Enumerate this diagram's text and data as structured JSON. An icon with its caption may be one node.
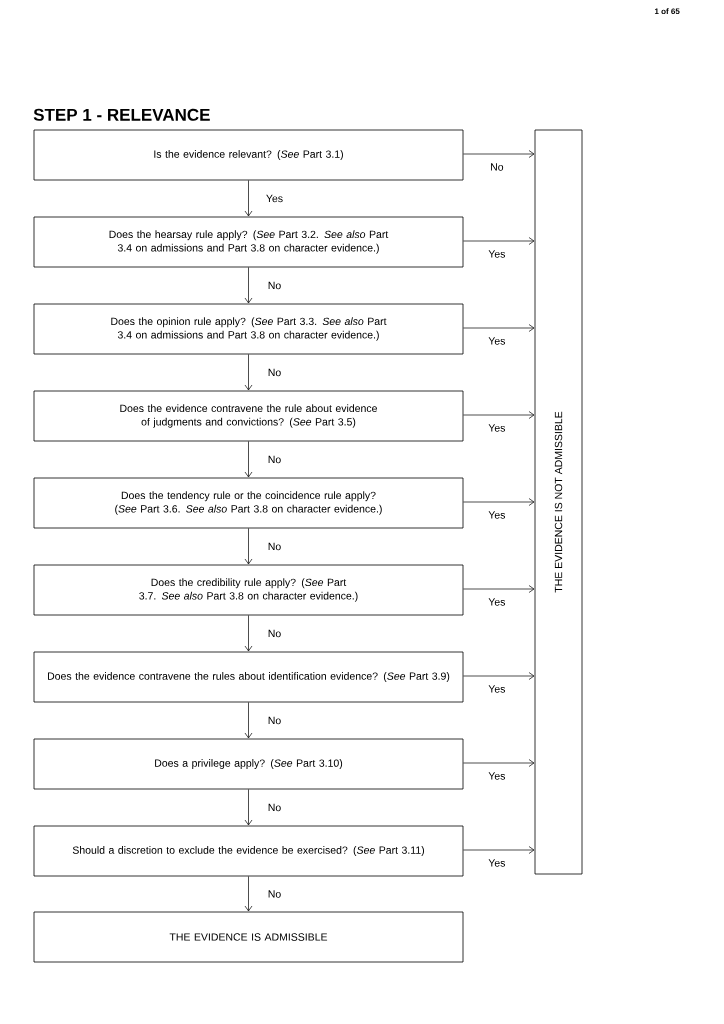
{
  "diagram": {
    "title": "STEP 1 - RELEVANCE",
    "nodes": [
      {
        "text": [
          "Is the evidence relevant? (*See* Part 3.1)"
        ]
      },
      {
        "text": [
          "Does the hearsay rule apply? (*See* Part 3.2. *See also* Part 3.4 on admissions and Part 3.8 on character evidence.)"
        ]
      },
      {
        "text": [
          "Does the opinion rule apply? (*See* Part 3.3. *See also* Part 3.4 on admissions and Part 3.8 on character evidence.)"
        ]
      },
      {
        "text": [
          "Does the evidence contravene the rule about evidence of judgments and convictions? (*See* Part 3.5)"
        ]
      },
      {
        "text": [
          "Does the tendency rule or the coincidence rule apply? (*See* Part 3.6. *See also* Part 3.8 on character evidence.)"
        ]
      },
      {
        "text": [
          "Does the credibility rule apply? (*See* Part 3.7. *See also* Part 3.8 on character evidence.)"
        ]
      },
      {
        "text": [
          "Does the evidence contravene the rules about identification evidence? (*See* Part 3.9)"
        ]
      },
      {
        "text": [
          "Does a privilege apply? (*See* Part 3.10)"
        ]
      },
      {
        "text": [
          "Should a discretion to exclude the evidence be exercised? (*See* Part 3.11)"
        ]
      },
      {
        "text": [
          "THE EVIDENCE IS ADMISSIBLE"
        ]
      },
      {
        "text": [
          "THE EVIDENCE IS NOT ADMISSIBLE"
        ]
      }
    ],
    "edges": [
      {
        "from": 0,
        "to": 1,
        "arrow": "to",
        "label": "Yes"
      },
      {
        "from": 0,
        "to": 10,
        "arrow": "to",
        "label": "No"
      },
      {
        "from": 1,
        "to": 2,
        "arrow": "to",
        "label": "No"
      },
      {
        "from": 1,
        "to": 10,
        "arrow": "to",
        "label": "Yes"
      },
      {
        "from": 2,
        "to": 3,
        "arrow": "to",
        "label": "No"
      },
      {
        "from": 2,
        "to": 10,
        "arrow": "to",
        "label": "Yes"
      },
      {
        "from": 3,
        "to": 4,
        "arrow": "to",
        "label": "No"
      },
      {
        "from": 3,
        "to": 10,
        "arrow": "to",
        "label": "Yes"
      },
      {
        "from": 4,
        "to": 5,
        "arrow": "to",
        "label": "No"
      },
      {
        "from": 4,
        "to": 10,
        "arrow": "to",
        "label": "Yes"
      },
      {
        "from": 5,
        "to": 6,
        "arrow": "to",
        "label": "No"
      },
      {
        "from": 5,
        "to": 10,
        "arrow": "to",
        "label": "Yes"
      },
      {
        "from": 6,
        "to": 7,
        "arrow": "to",
        "label": "No"
      },
      {
        "from": 6,
        "to": 10,
        "arrow": "to",
        "label": "Yes"
      },
      {
        "from": 7,
        "to": 8,
        "arrow": "to",
        "label": "No"
      },
      {
        "from": 7,
        "to": 10,
        "arrow": "to",
        "label": "Yes"
      },
      {
        "from": 8,
        "to": 9,
        "arrow": "to",
        "label": "No"
      },
      {
        "from": 8,
        "to": 10,
        "arrow": "to",
        "label": "Yes"
      }
    ],
    "labels": [
      "1 of 65"
    ]
  }
}
